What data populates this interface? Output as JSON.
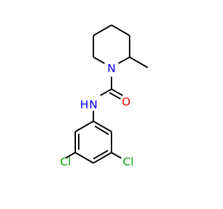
{
  "molecule": {
    "colors": {
      "carbon_bond": "#000000",
      "nitrogen": "#0000ff",
      "oxygen": "#ff0000",
      "chlorine": "#00aa00",
      "background": "#ffffff"
    },
    "labels": {
      "n_ring": "N",
      "n_amide": "N",
      "h_amide": "H",
      "o_carbonyl": "O",
      "cl_left": "Cl",
      "cl_right": "Cl"
    }
  }
}
